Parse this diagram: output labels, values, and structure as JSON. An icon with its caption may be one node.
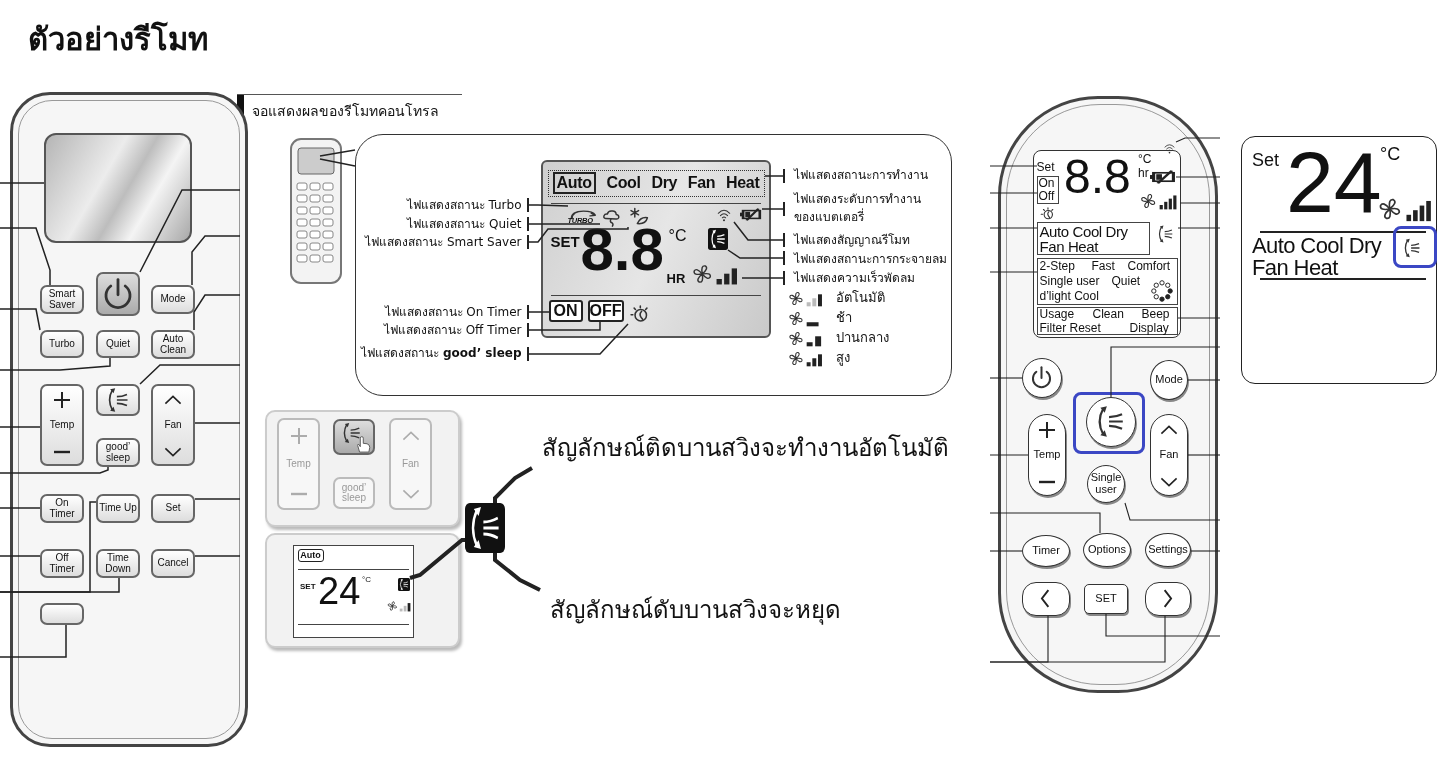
{
  "diagram": {
    "title": "ตัวอย่างรีโมท",
    "nodes": [
      {
        "text": [],
        "shape": "box"
      },
      {
        "text": [],
        "shape": "box",
        "in": 0
      },
      {
        "text": [],
        "shape": "box",
        "in": 0
      },
      {
        "text": [
          "Smart Saver"
        ],
        "in": 0
      },
      {
        "text": [
          "Mode"
        ],
        "in": 0
      },
      {
        "text": [
          "Turbo"
        ],
        "in": 0
      },
      {
        "text": [
          "Quiet"
        ],
        "in": 0
      },
      {
        "text": [
          "Auto Clean"
        ],
        "in": 0
      },
      {
        "text": [],
        "shape": "box",
        "in": 0
      },
      {
        "text": [
          "Temp"
        ],
        "in": 0
      },
      {
        "text": [
          "Fan"
        ],
        "in": 0
      },
      {
        "text": [
          "good’ sleep"
        ],
        "in": 0
      },
      {
        "text": [
          "On Timer"
        ],
        "in": 0
      },
      {
        "text": [
          "Time Up"
        ],
        "in": 0
      },
      {
        "text": [
          "Set"
        ],
        "in": 0
      },
      {
        "text": [
          "Off Timer"
        ],
        "in": 0
      },
      {
        "text": [
          "Time Down"
        ],
        "in": 0
      },
      {
        "text": [
          "Cancel"
        ],
        "in": 0
      },
      {
        "text": [],
        "shape": "box",
        "in": 0
      },
      {
        "text": [],
        "shape": "picture"
      },
      {
        "text": [],
        "shape": "box"
      },
      {
        "text": [
          "SET",
          "8.8",
          "°C",
          "HR"
        ],
        "in": 20
      },
      {
        "text": [
          "Auto",
          "Cool",
          "Dry",
          "Fan",
          "Heat"
        ],
        "in": 21
      },
      {
        "text": [
          "TURBO"
        ],
        "in": 21
      },
      {
        "text": [],
        "shape": "picture",
        "in": 21
      },
      {
        "text": [],
        "shape": "picture",
        "in": 21
      },
      {
        "text": [],
        "shape": "picture",
        "in": 21
      },
      {
        "text": [],
        "shape": "picture",
        "in": 21
      },
      {
        "text": [],
        "shape": "picture",
        "in": 21
      },
      {
        "text": [],
        "shape": "picture",
        "in": 21
      },
      {
        "text": [
          "ON"
        ],
        "in": 21
      },
      {
        "text": [
          "OFF"
        ],
        "in": 21
      },
      {
        "text": [],
        "shape": "picture",
        "in": 21
      },
      {
        "text": [
          "ไฟแสดงสถานะการทำงาน"
        ],
        "in": 20
      },
      {
        "text": [
          "ไฟแสดงสถานะ Turbo"
        ],
        "in": 20
      },
      {
        "text": [
          "ไฟแสดงสถานะ Quiet"
        ],
        "in": 20
      },
      {
        "text": [
          "ไฟแสดงระดับการทำงานของแบตเตอรี่"
        ],
        "in": 20
      },
      {
        "text": [
          "ไฟแสดงสถานะ Smart Saver"
        ],
        "in": 20
      },
      {
        "text": [
          "ไฟแสดงสัญญาณรีโมท"
        ],
        "in": 20
      },
      {
        "text": [
          "ไฟแสดงสถานะการกระจายลม"
        ],
        "in": 20
      },
      {
        "text": [
          "ไฟแสดงความเร็วพัดลม"
        ],
        "in": 20
      },
      {
        "text": [
          "ไฟแสดงสถานะ On Timer"
        ],
        "in": 20
      },
      {
        "text": [
          "ไฟแสดงสถานะ Off Timer"
        ],
        "in": 20
      },
      {
        "text": [
          "ไฟแสดงสถานะ **good’ sleep**"
        ],
        "in": 20
      },
      {
        "text": [],
        "shape": "box"
      },
      {
        "text": [
          "Temp"
        ],
        "in": 44
      },
      {
        "text": [],
        "shape": "box",
        "in": 44
      },
      {
        "text": [
          "Fan"
        ],
        "in": 44
      },
      {
        "text": [
          "good’ sleep"
        ],
        "in": 44
      },
      {
        "text": [
          "SET",
          "24",
          "°C"
        ]
      },
      {
        "text": [
          "Auto"
        ],
        "in": 49
      },
      {
        "text": [],
        "shape": "picture",
        "in": 49
      },
      {
        "text": [],
        "shape": "picture"
      },
      {
        "text": [
          "สัญลักษณ์ติดบานสวิงจะทำงานอัตโนมัติ"
        ]
      },
      {
        "text": [
          "สัญลักษณ์ดับบานสวิงจะหยุด"
        ]
      },
      {
        "text": [],
        "shape": "box"
      },
      {
        "text": [
          "8.8",
          "°C",
          "hr"
        ],
        "in": 55
      },
      {
        "text": [
          "Set"
        ],
        "in": 56
      },
      {
        "text": [
          "On",
          "Off"
        ],
        "in": 56
      },
      {
        "text": [],
        "shape": "picture",
        "in": 56
      },
      {
        "text": [],
        "shape": "picture",
        "in": 56
      },
      {
        "text": [],
        "shape": "picture",
        "in": 56
      },
      {
        "text": [],
        "shape": "picture",
        "in": 56
      },
      {
        "text": [
          "Auto Cool Dry Fan Heat"
        ],
        "in": 56
      },
      {
        "text": [],
        "shape": "picture",
        "in": 56
      },
      {
        "text": [
          "2-Step",
          "Fast",
          "Comfort",
          "Single user",
          "Quiet",
          "d’light Cool"
        ],
        "in": 56
      },
      {
        "text": [
          "Usage",
          "Clean",
          "Beep",
          "Filter Reset",
          "Display"
        ],
        "in": 56
      },
      {
        "text": [],
        "shape": "circle",
        "in": 55
      },
      {
        "text": [
          "Mode"
        ],
        "in": 55
      },
      {
        "text": [],
        "shape": "circle",
        "in": 55
      },
      {
        "text": [
          "Temp"
        ],
        "in": 55
      },
      {
        "text": [
          "Fan"
        ],
        "in": 55
      },
      {
        "text": [
          "Single user"
        ],
        "in": 55
      },
      {
        "text": [
          "Timer"
        ],
        "in": 55
      },
      {
        "text": [
          "Options"
        ],
        "in": 55
      },
      {
        "text": [
          "Settings"
        ],
        "in": 55
      },
      {
        "text": [],
        "shape": "box",
        "in": 55
      },
      {
        "text": [
          "SET"
        ],
        "in": 55
      },
      {
        "text": [],
        "shape": "box",
        "in": 55
      },
      {
        "text": [
          "Set",
          "24",
          "°C",
          "Auto Cool Dry Fan Heat"
        ]
      }
    ],
    "edges": [
      {
        "from": null,
        "to": 1,
        "arrow": "none"
      },
      {
        "from": null,
        "to": 3,
        "arrow": "none"
      },
      {
        "from": null,
        "to": 5,
        "arrow": "none"
      },
      {
        "from": null,
        "to": 6,
        "arrow": "none"
      },
      {
        "from": null,
        "to": 9,
        "arrow": "none"
      },
      {
        "from": null,
        "to": 11,
        "arrow": "none"
      },
      {
        "from": null,
        "to": 12,
        "arrow": "none"
      },
      {
        "from": null,
        "to": 15,
        "arrow": "none"
      },
      {
        "from": null,
        "to": 13,
        "arrow": "none"
      },
      {
        "from": null,
        "to": 16,
        "arrow": "none"
      },
      {
        "from": null,
        "to": 18,
        "arrow": "none"
      },
      {
        "from": null,
        "to": 2,
        "arrow": "none"
      },
      {
        "from": null,
        "to": 4,
        "arrow": "none"
      },
      {
        "from": null,
        "to": 7,
        "arrow": "none"
      },
      {
        "from": null,
        "to": 8,
        "arrow": "none"
      },
      {
        "from": null,
        "to": 10,
        "arrow": "none"
      },
      {
        "from": null,
        "to": 14,
        "arrow": "none"
      },
      {
        "from": null,
        "to": 17,
        "arrow": "none"
      },
      {
        "from": 19,
        "to": 20,
        "arrow": "none"
      },
      {
        "from": 33,
        "to": 22,
        "arrow": "other"
      },
      {
        "from": 34,
        "to": 23,
        "arrow": "other"
      },
      {
        "from": 35,
        "to": 24,
        "arrow": "other"
      },
      {
        "from": 36,
        "to": 27,
        "arrow": "other"
      },
      {
        "from": 37,
        "to": 25,
        "arrow": "other"
      },
      {
        "from": 38,
        "to": 26,
        "arrow": "other"
      },
      {
        "from": 39,
        "to": 28,
        "arrow": "other"
      },
      {
        "from": 40,
        "to": 29,
        "arrow": "other"
      },
      {
        "from": 41,
        "to": 30,
        "arrow": "other"
      },
      {
        "from": 42,
        "to": 31,
        "arrow": "other"
      },
      {
        "from": 43,
        "to": 32,
        "arrow": "other"
      },
      {
        "from": 51,
        "to": 52,
        "arrow": "none",
        "style": "thick"
      },
      {
        "from": 52,
        "to": 53,
        "arrow": "none",
        "style": "thick"
      },
      {
        "from": 52,
        "to": 54,
        "arrow": "none",
        "style": "thick"
      },
      {
        "from": null,
        "to": 57,
        "arrow": "none"
      },
      {
        "from": null,
        "to": 58,
        "arrow": "none"
      },
      {
        "from": null,
        "to": 63,
        "arrow": "none"
      },
      {
        "from": null,
        "to": 65,
        "arrow": "none"
      },
      {
        "from": null,
        "to": 67,
        "arrow": "none"
      },
      {
        "from": null,
        "to": 70,
        "arrow": "none"
      },
      {
        "from": null,
        "to": 74,
        "arrow": "none"
      },
      {
        "from": null,
        "to": 73,
        "arrow": "none"
      },
      {
        "from": null,
        "to": 76,
        "arrow": "none"
      },
      {
        "from": null,
        "to": 78,
        "arrow": "none"
      },
      {
        "from": null,
        "to": 60,
        "arrow": "none"
      },
      {
        "from": null,
        "to": 61,
        "arrow": "none"
      },
      {
        "from": null,
        "to": 62,
        "arrow": "none"
      },
      {
        "from": null,
        "to": 64,
        "arrow": "none"
      },
      {
        "from": null,
        "to": 66,
        "arrow": "none"
      },
      {
        "from": null,
        "to": 69,
        "arrow": "none"
      },
      {
        "from": null,
        "to": 68,
        "arrow": "none"
      },
      {
        "from": null,
        "to": 71,
        "arrow": "none"
      },
      {
        "from": null,
        "to": 72,
        "arrow": "none"
      },
      {
        "from": null,
        "to": 75,
        "arrow": "none"
      },
      {
        "from": null,
        "to": 77,
        "arrow": "none"
      }
    ],
    "labels": [
      "จอแสดงผลของรีโมทคอนโทรล"
    ],
    "legend": [
      {
        "text": "อัตโนมัติ"
      },
      {
        "text": "ช้า"
      },
      {
        "text": "ปานกลาง"
      },
      {
        "text": "สูง"
      }
    ]
  }
}
